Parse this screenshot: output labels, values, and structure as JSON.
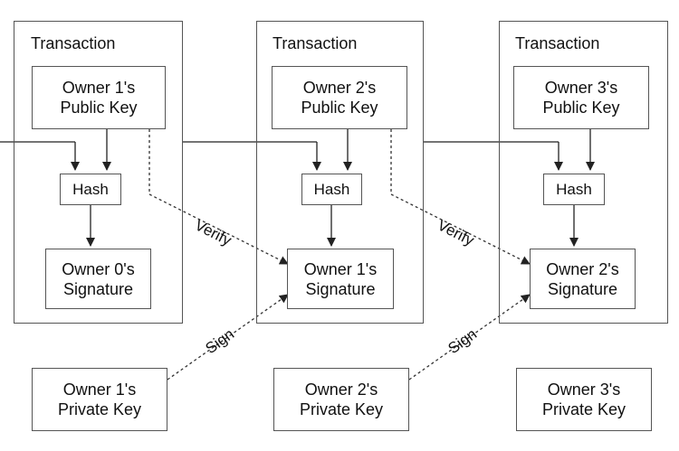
{
  "transactions": [
    {
      "title": "Transaction",
      "public_key": "Owner 1's\nPublic Key",
      "hash": "Hash",
      "signature": "Owner 0's\nSignature"
    },
    {
      "title": "Transaction",
      "public_key": "Owner 2's\nPublic Key",
      "hash": "Hash",
      "signature": "Owner 1's\nSignature"
    },
    {
      "title": "Transaction",
      "public_key": "Owner 3's\nPublic Key",
      "hash": "Hash",
      "signature": "Owner 2's\nSignature"
    }
  ],
  "private_keys": [
    "Owner 1's\nPrivate Key",
    "Owner 2's\nPrivate Key",
    "Owner 3's\nPrivate Key"
  ],
  "edge_labels": {
    "verify": "Verify",
    "sign": "Sign"
  },
  "colors": {
    "line": "#222222",
    "border": "#555555",
    "background": "#ffffff"
  }
}
